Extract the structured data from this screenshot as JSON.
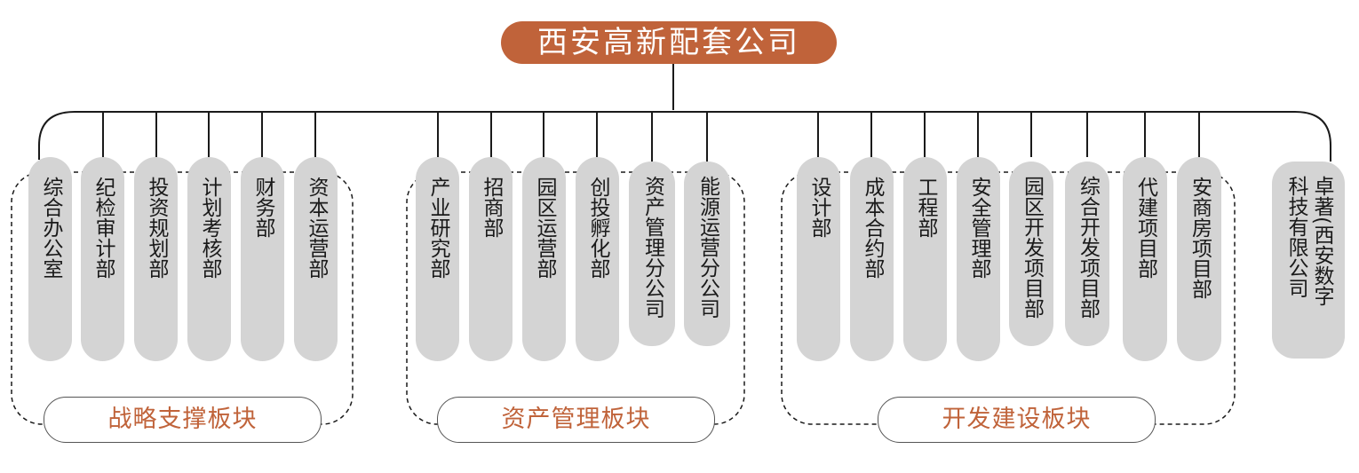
{
  "root": "西安高新配套公司",
  "segments": [
    {
      "label": "战略支撑板块",
      "depts": [
        {
          "col1": "综合办公室"
        },
        {
          "col1": "纪检审计部"
        },
        {
          "col1": "投资规划部"
        },
        {
          "col1": "计划考核部"
        },
        {
          "col1": "财务部"
        },
        {
          "col1": "资本运营部"
        }
      ]
    },
    {
      "label": "资产管理板块",
      "depts": [
        {
          "col1": "产业研究部"
        },
        {
          "col1": "招商部"
        },
        {
          "col1": "园区运营部"
        },
        {
          "col1": "创投孵化部"
        },
        {
          "col1": "资产管理分公司"
        },
        {
          "col1": "能源运营分公司"
        }
      ]
    },
    {
      "label": "开发建设板块",
      "depts": [
        {
          "col1": "设计部"
        },
        {
          "col1": "成本合约部"
        },
        {
          "col1": "工程部"
        },
        {
          "col1": "安全管理部"
        },
        {
          "col1": "园区开发项目部"
        },
        {
          "col1": "综合开发项目部"
        },
        {
          "col1": "代建项目部"
        },
        {
          "col1": "安商房项目部"
        }
      ]
    }
  ],
  "independent": {
    "col1": "卓著(西安数字",
    "col2": "科技有限公司"
  },
  "colors": {
    "accent": "#c0633a",
    "box": "#d4d4d4",
    "line": "#1a1a1a"
  }
}
